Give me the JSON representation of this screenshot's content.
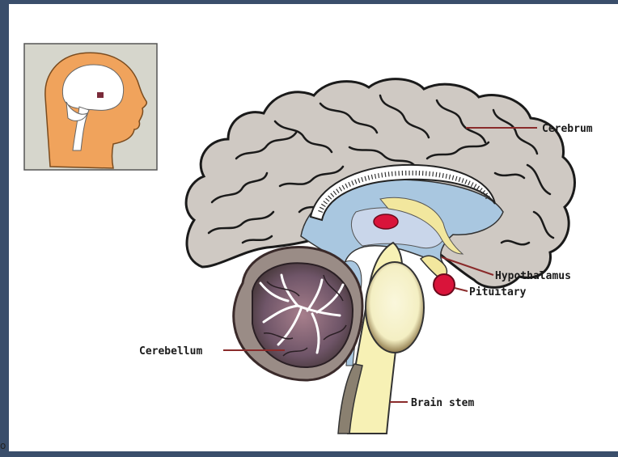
{
  "diagram": {
    "labels": {
      "cerebrum": "Cerebrum",
      "hypothalamus": "Hypothalamus",
      "pituitary": "Pituitary",
      "cerebellum": "Cerebellum",
      "brain_stem": "Brain stem"
    },
    "corner_mark": "o"
  },
  "colors": {
    "frame": "#3a4e6b",
    "brain_gray": "#cfc9c3",
    "ventricle_blue": "#a9c7e0",
    "brainstem_yellow": "#f7f1b5",
    "cerebellum_purple": "#7b5f78",
    "pituitary_red": "#d9143a",
    "inset_skin": "#f0a35c",
    "leader_line": "#8a2b2b"
  }
}
